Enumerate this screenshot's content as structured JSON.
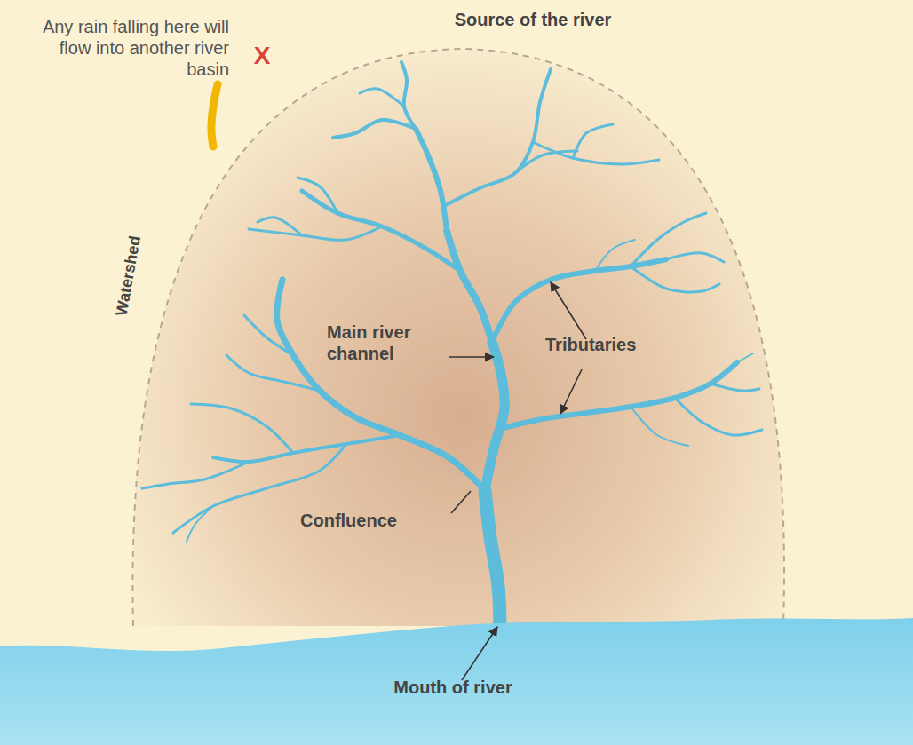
{
  "diagram": {
    "labels": [
      "Any rain falling here will flow into another river basin",
      "X",
      "Source of the river",
      "Watershed",
      "Main river channel",
      "Tributaries",
      "Confluence",
      "Mouth of river"
    ]
  }
}
